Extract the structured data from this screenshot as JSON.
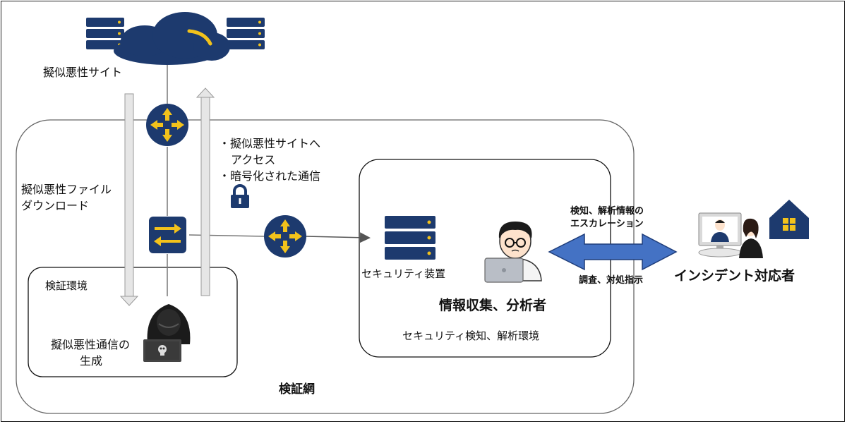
{
  "labels": {
    "malicious_site": "擬似悪性サイト",
    "download_line1": "擬似悪性ファイル",
    "download_line2": "ダウンロード",
    "access_line1": "・擬似悪性サイトへ",
    "access_line2": "アクセス",
    "encrypted": "・暗号化された通信",
    "verification_env": "検証環境",
    "traffic_gen_line1": "擬似悪性通信の",
    "traffic_gen_line2": "生成",
    "verification_network": "検証網",
    "security_device": "セキュリティ装置",
    "analyst": "情報収集、分析者",
    "analysis_env": "セキュリティ検知、解析環境",
    "escalation_line1": "検知、解析情報の",
    "escalation_line2": "エスカレーション",
    "investigation": "調査、対処指示",
    "incident_responder": "インシデント対応者"
  },
  "icons": [
    "server-icon",
    "cloud-icon",
    "router-icon",
    "switch-icon",
    "lock-icon",
    "hacker-icon",
    "analyst-icon",
    "house-icon",
    "responder-icon"
  ],
  "colors": {
    "navy": "#1d3a6e",
    "accent_yellow": "#f2c21b",
    "arrow_blue": "#4472c4",
    "gray_arrow": "#e6e6e6"
  }
}
